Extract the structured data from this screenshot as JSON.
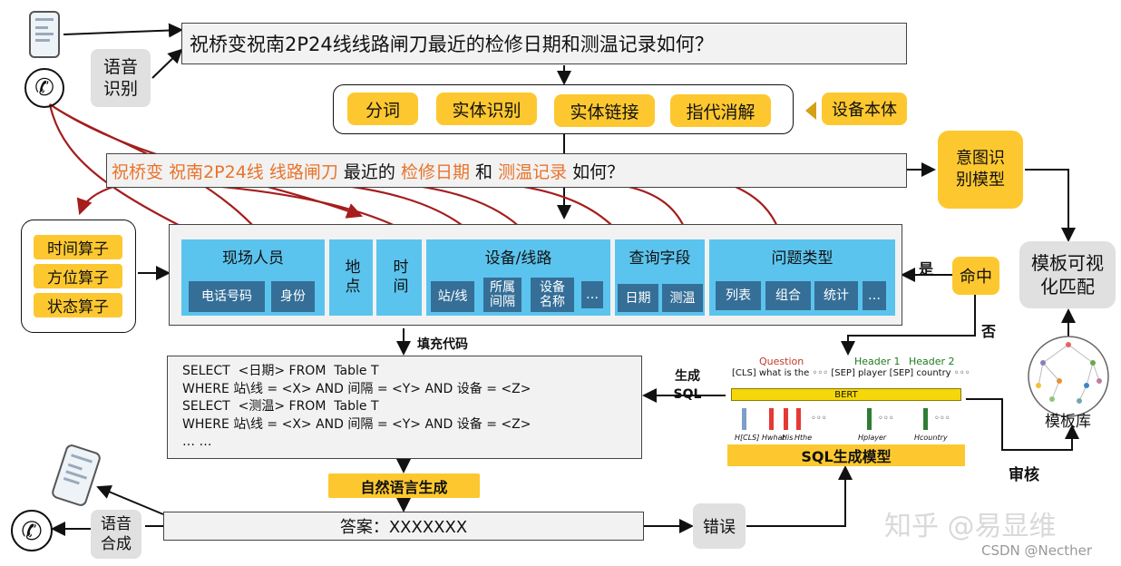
{
  "question": "祝桥变祝南2P24线线路闸刀最近的检修日期和测温记录如何？",
  "voice_recognition": "语音识别",
  "nlp_steps": [
    "分词",
    "实体识别",
    "实体链接",
    "指代消解"
  ],
  "device_ontology": "设备本体",
  "annotated_question": {
    "parts": [
      {
        "text": "祝桥变",
        "entity": true
      },
      {
        "text": " ",
        "entity": false
      },
      {
        "text": "祝南2P24线",
        "entity": true
      },
      {
        "text": " ",
        "entity": false
      },
      {
        "text": "线路闸刀",
        "entity": true
      },
      {
        "text": " 最近的 ",
        "entity": false
      },
      {
        "text": "检修日期",
        "entity": true
      },
      {
        "text": " 和 ",
        "entity": false
      },
      {
        "text": "测温记录",
        "entity": true
      },
      {
        "text": " 如何？",
        "entity": false
      }
    ]
  },
  "intent_model": "意图识别模型",
  "operators": [
    "时间算子",
    "方位算子",
    "状态算子"
  ],
  "schema": {
    "onsite_staff": {
      "title": "现场人员",
      "items": [
        "电话号码",
        "身份"
      ]
    },
    "location": "地点",
    "time": "时间",
    "device_line": {
      "title": "设备/线路",
      "items": [
        "站/线",
        "所属间隔",
        "设备名称",
        "…"
      ]
    },
    "query_field": {
      "title": "查询字段",
      "items": [
        "日期",
        "测温"
      ]
    },
    "question_type": {
      "title": "问题类型",
      "items": [
        "列表",
        "组合",
        "统计",
        "…"
      ]
    }
  },
  "template_match": "模板可视化匹配",
  "hit": "命中",
  "yes": "是",
  "no": "否",
  "fill_code": "填充代码",
  "sql_lines": [
    "SELECT  <日期> FROM  Table T",
    "WHERE 站\\线 = <X> AND 间隔 = <Y> AND 设备 = <Z>",
    "SELECT  <测温> FROM  Table T",
    "WHERE 站\\线 = <X> AND 间隔 = <Y> AND 设备 = <Z>",
    "… …"
  ],
  "generate_sql": "生成SQL",
  "bert_figure": {
    "question_label": "Question",
    "header1": "Header 1",
    "header2": "Header 2",
    "tokens": [
      "[CLS]",
      "what",
      "is",
      "the",
      "◦◦◦",
      "[SEP]",
      "player",
      "[SEP]",
      "country",
      "◦◦◦"
    ],
    "bert_label": "BERT",
    "outputs": [
      "H[CLS]",
      "Hwhat",
      "His",
      "Hthe",
      "Hplayer",
      "Hcountry"
    ]
  },
  "sql_model": "SQL生成模型",
  "template_lib": "模板库",
  "review": "审核",
  "nlg": "自然语言生成",
  "answer": "答案：XXXXXXX",
  "error": "错误",
  "speech_synthesis": "语音合成",
  "watermark": "知乎 @易显维",
  "footer_credit": "CSDN @Necther"
}
